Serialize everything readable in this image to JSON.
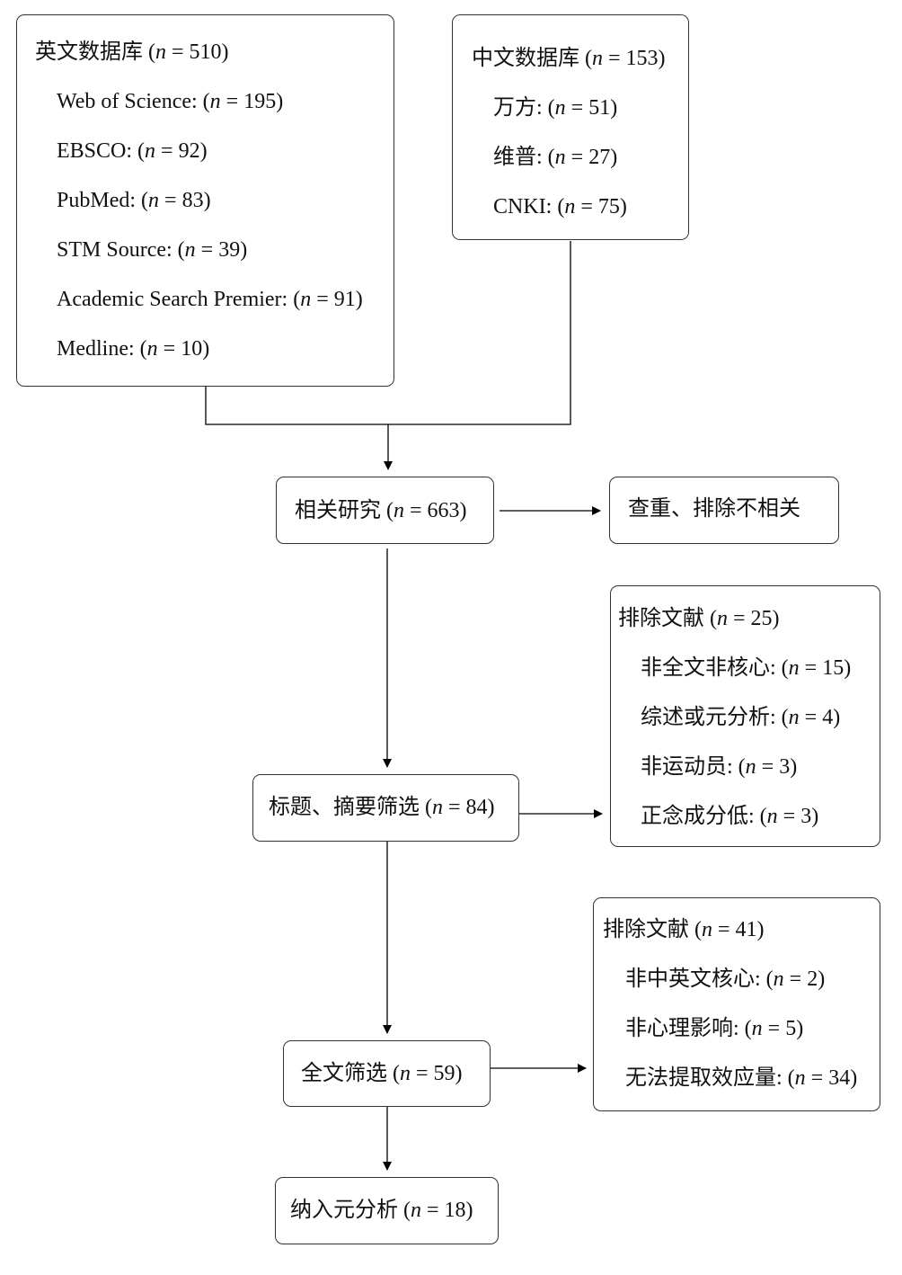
{
  "english_db": {
    "title": {
      "label": "英文数据库",
      "n": "510"
    },
    "items": [
      {
        "label": "Web of Science:",
        "n": "195"
      },
      {
        "label": "EBSCO:",
        "n": "92"
      },
      {
        "label": "PubMed:",
        "n": "83"
      },
      {
        "label": "STM Source:",
        "n": "39"
      },
      {
        "label": "Academic Search Premier:",
        "n": "91"
      },
      {
        "label": "Medline:",
        "n": "10"
      }
    ]
  },
  "chinese_db": {
    "title": {
      "label": "中文数据库",
      "n": "153"
    },
    "items": [
      {
        "label": "万方:",
        "n": "51"
      },
      {
        "label": "维普:",
        "n": "27"
      },
      {
        "label": "CNKI:",
        "n": "75"
      }
    ]
  },
  "related": {
    "label": "相关研究",
    "n": "663"
  },
  "dedup": {
    "label": "查重、排除不相关"
  },
  "title_screen": {
    "label": "标题、摘要筛选",
    "n": "84"
  },
  "excluded_1": {
    "title": {
      "label": "排除文献",
      "n": "25"
    },
    "items": [
      {
        "label": "非全文非核心:",
        "n": "15"
      },
      {
        "label": "综述或元分析:",
        "n": "4"
      },
      {
        "label": "非运动员:",
        "n": "3"
      },
      {
        "label": "正念成分低:",
        "n": "3"
      }
    ]
  },
  "fulltext_screen": {
    "label": "全文筛选",
    "n": "59"
  },
  "excluded_2": {
    "title": {
      "label": "排除文献",
      "n": "41"
    },
    "items": [
      {
        "label": "非中英文核心:",
        "n": "2"
      },
      {
        "label": "非心理影响:",
        "n": "5"
      },
      {
        "label": "无法提取效应量:",
        "n": "34"
      }
    ]
  },
  "included": {
    "label": "纳入元分析",
    "n": "18"
  }
}
